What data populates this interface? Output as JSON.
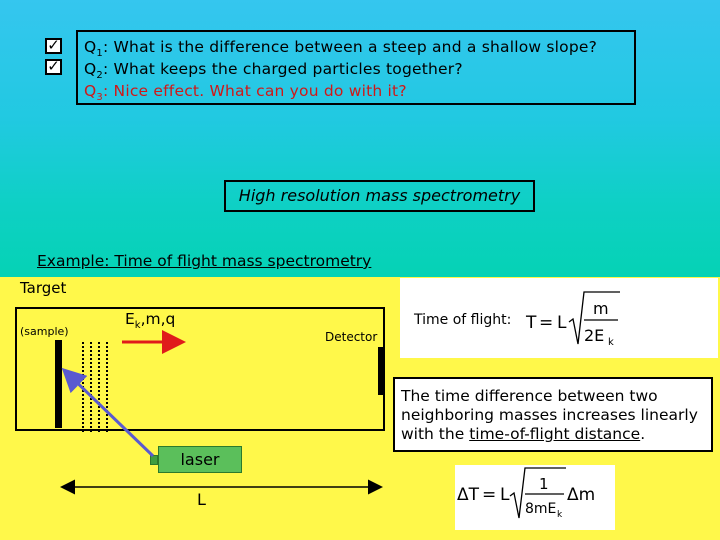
{
  "questions": [
    {
      "prefix": "Q",
      "index": "1",
      "text": ": What is the difference between a steep and a shallow slope?",
      "checked": true
    },
    {
      "prefix": "Q",
      "index": "2",
      "text": ": What keeps the charged particles together?",
      "checked": true
    },
    {
      "prefix": "Q",
      "index": "3",
      "text": ": Nice effect. What can you do with it?",
      "checked": false
    }
  ],
  "check_glyph": "✓",
  "topic_box": "High resolution mass spectrometry",
  "example_heading": "Example: Time of flight mass spectrometry",
  "diagram": {
    "target_label": "Target",
    "sample_label": "(sample)",
    "ion_label": "Ek,m,q",
    "detector_label": "Detector",
    "laser_label": "laser",
    "distance_label": "L"
  },
  "time_of_flight": {
    "label": "Time of flight:",
    "lhs": "T",
    "eq": "=",
    "factor": "L",
    "numerator": "m",
    "denominator": "2E",
    "denominator_sub": "k"
  },
  "explanation": {
    "text_before": "The time difference between two neighboring masses increases linearly with the ",
    "underlined": "time-of-flight distance",
    "text_after": "."
  },
  "delta_formula": {
    "lhs": "ΔT",
    "eq": "=",
    "factor": "L",
    "numerator": "1",
    "denominator": "8mE",
    "denominator_sub": "k",
    "suffix": "Δm"
  },
  "colors": {
    "q3_text": "#d01818",
    "beam_arrow": "#e01b1b",
    "laser_beam": "#5a5ad0",
    "laser_box": "#5bbf5b",
    "lower_panel": "#fff84a"
  }
}
